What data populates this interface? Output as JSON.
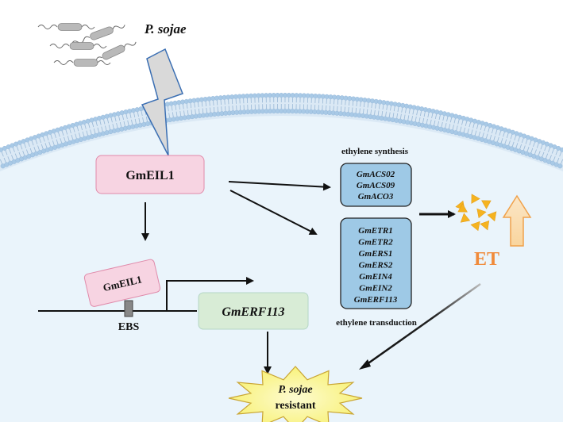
{
  "pathogen_label": "P. sojae",
  "gmeil1_main": "GmEIL1",
  "gmeil1_bound": "GmEIL1",
  "ebs_label": "EBS",
  "gmerf113_label": "GmERF113",
  "synthesis_title": "ethylene synthesis",
  "synthesis_genes": [
    "GmACS02",
    "GmACS09",
    "GmACO3"
  ],
  "transduction_title": "ethylene transduction",
  "transduction_genes": [
    "GmETR1",
    "GmETR2",
    "GmERS1",
    "GmERS2",
    "GmEIN4",
    "GmEIN2",
    "GmERF113"
  ],
  "et_label": "ET",
  "outcome_line1": "P. sojae",
  "outcome_line2": "resistant",
  "colors": {
    "cell_fill": "#eaf4fb",
    "membrane_head": "#a8c9e6",
    "gmeil1_fill": "#f7d4e2",
    "gmerf113_fill": "#d8ecd6",
    "gene_box_fill": "#9ec9e6",
    "et_orange": "#f08a3a",
    "star_yellow": "#fbf57a"
  }
}
